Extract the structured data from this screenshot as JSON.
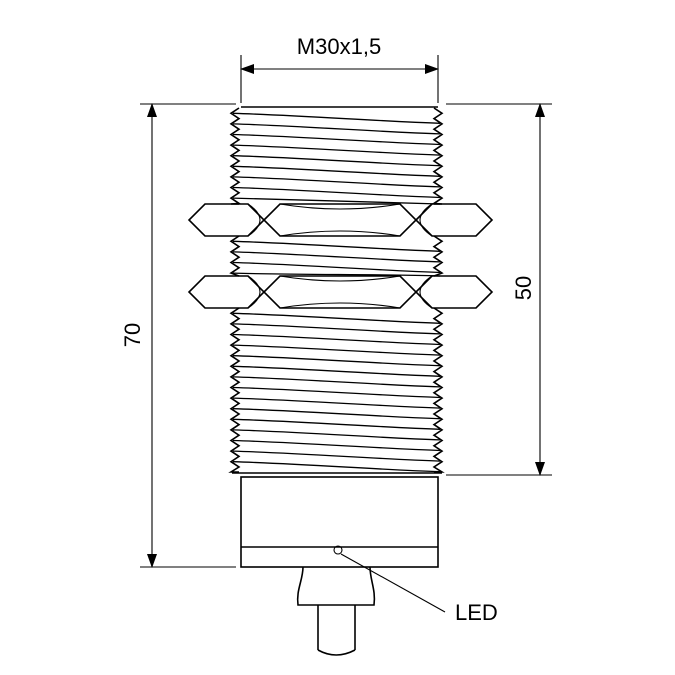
{
  "dimensions": {
    "thread": "M30x1,5",
    "total_length": "70",
    "thread_length": "50"
  },
  "labels": {
    "led": "LED"
  }
}
